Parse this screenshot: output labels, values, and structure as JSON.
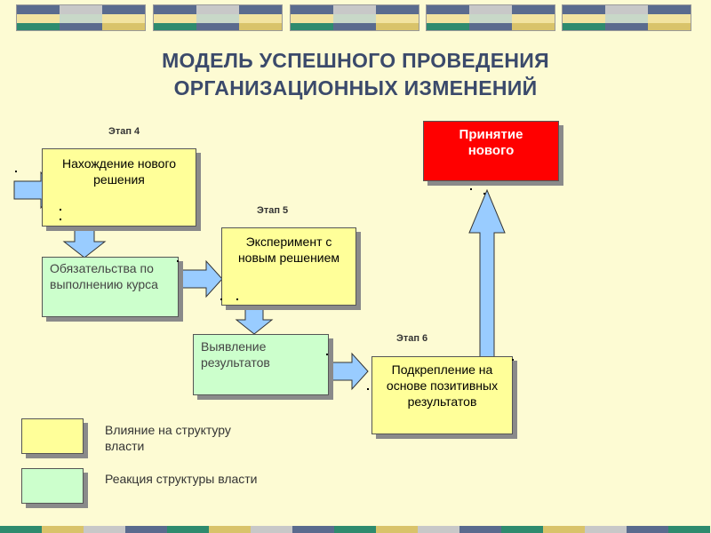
{
  "title": {
    "line1": "МОДЕЛЬ УСПЕШНОГО ПРОВЕДЕНИЯ",
    "line2": "ОРГАНИЗАЦИОННЫХ ИЗМЕНЕНИЙ"
  },
  "stages": {
    "stage4": "Этап 4",
    "stage5": "Этап 5",
    "stage6": "Этап 6"
  },
  "nodes": {
    "finding_solution": "Нахождение нового решения",
    "commitment": "Обязательства по выполнению курса",
    "experiment": "Эксперимент с новым решением",
    "results": "Выявление результатов",
    "reinforcement": "Подкрепление на основе позитивных результатов",
    "adoption": "Принятие нового"
  },
  "legend": {
    "yellow_label": "Влияние на структуру власти",
    "green_label": "Реакция структуры власти"
  },
  "colors": {
    "background": "#fdfbd3",
    "yellow": "#ffff99",
    "green": "#ccffcc",
    "red": "#ff0000",
    "arrow": "#99ccff",
    "title": "#3b4a6b"
  }
}
